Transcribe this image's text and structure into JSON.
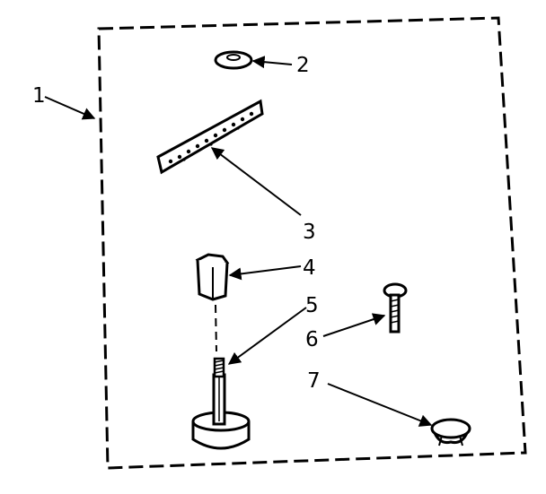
{
  "diagram": {
    "callouts": [
      {
        "key": "kit",
        "label": "1"
      },
      {
        "key": "washer",
        "label": "2"
      },
      {
        "key": "bracket",
        "label": "3"
      },
      {
        "key": "nut",
        "label": "4"
      },
      {
        "key": "leveling-leg",
        "label": "5"
      },
      {
        "key": "bolt",
        "label": "6"
      },
      {
        "key": "clip",
        "label": "7"
      }
    ],
    "colors": {
      "ink": "#000000",
      "paper": "#ffffff"
    }
  }
}
